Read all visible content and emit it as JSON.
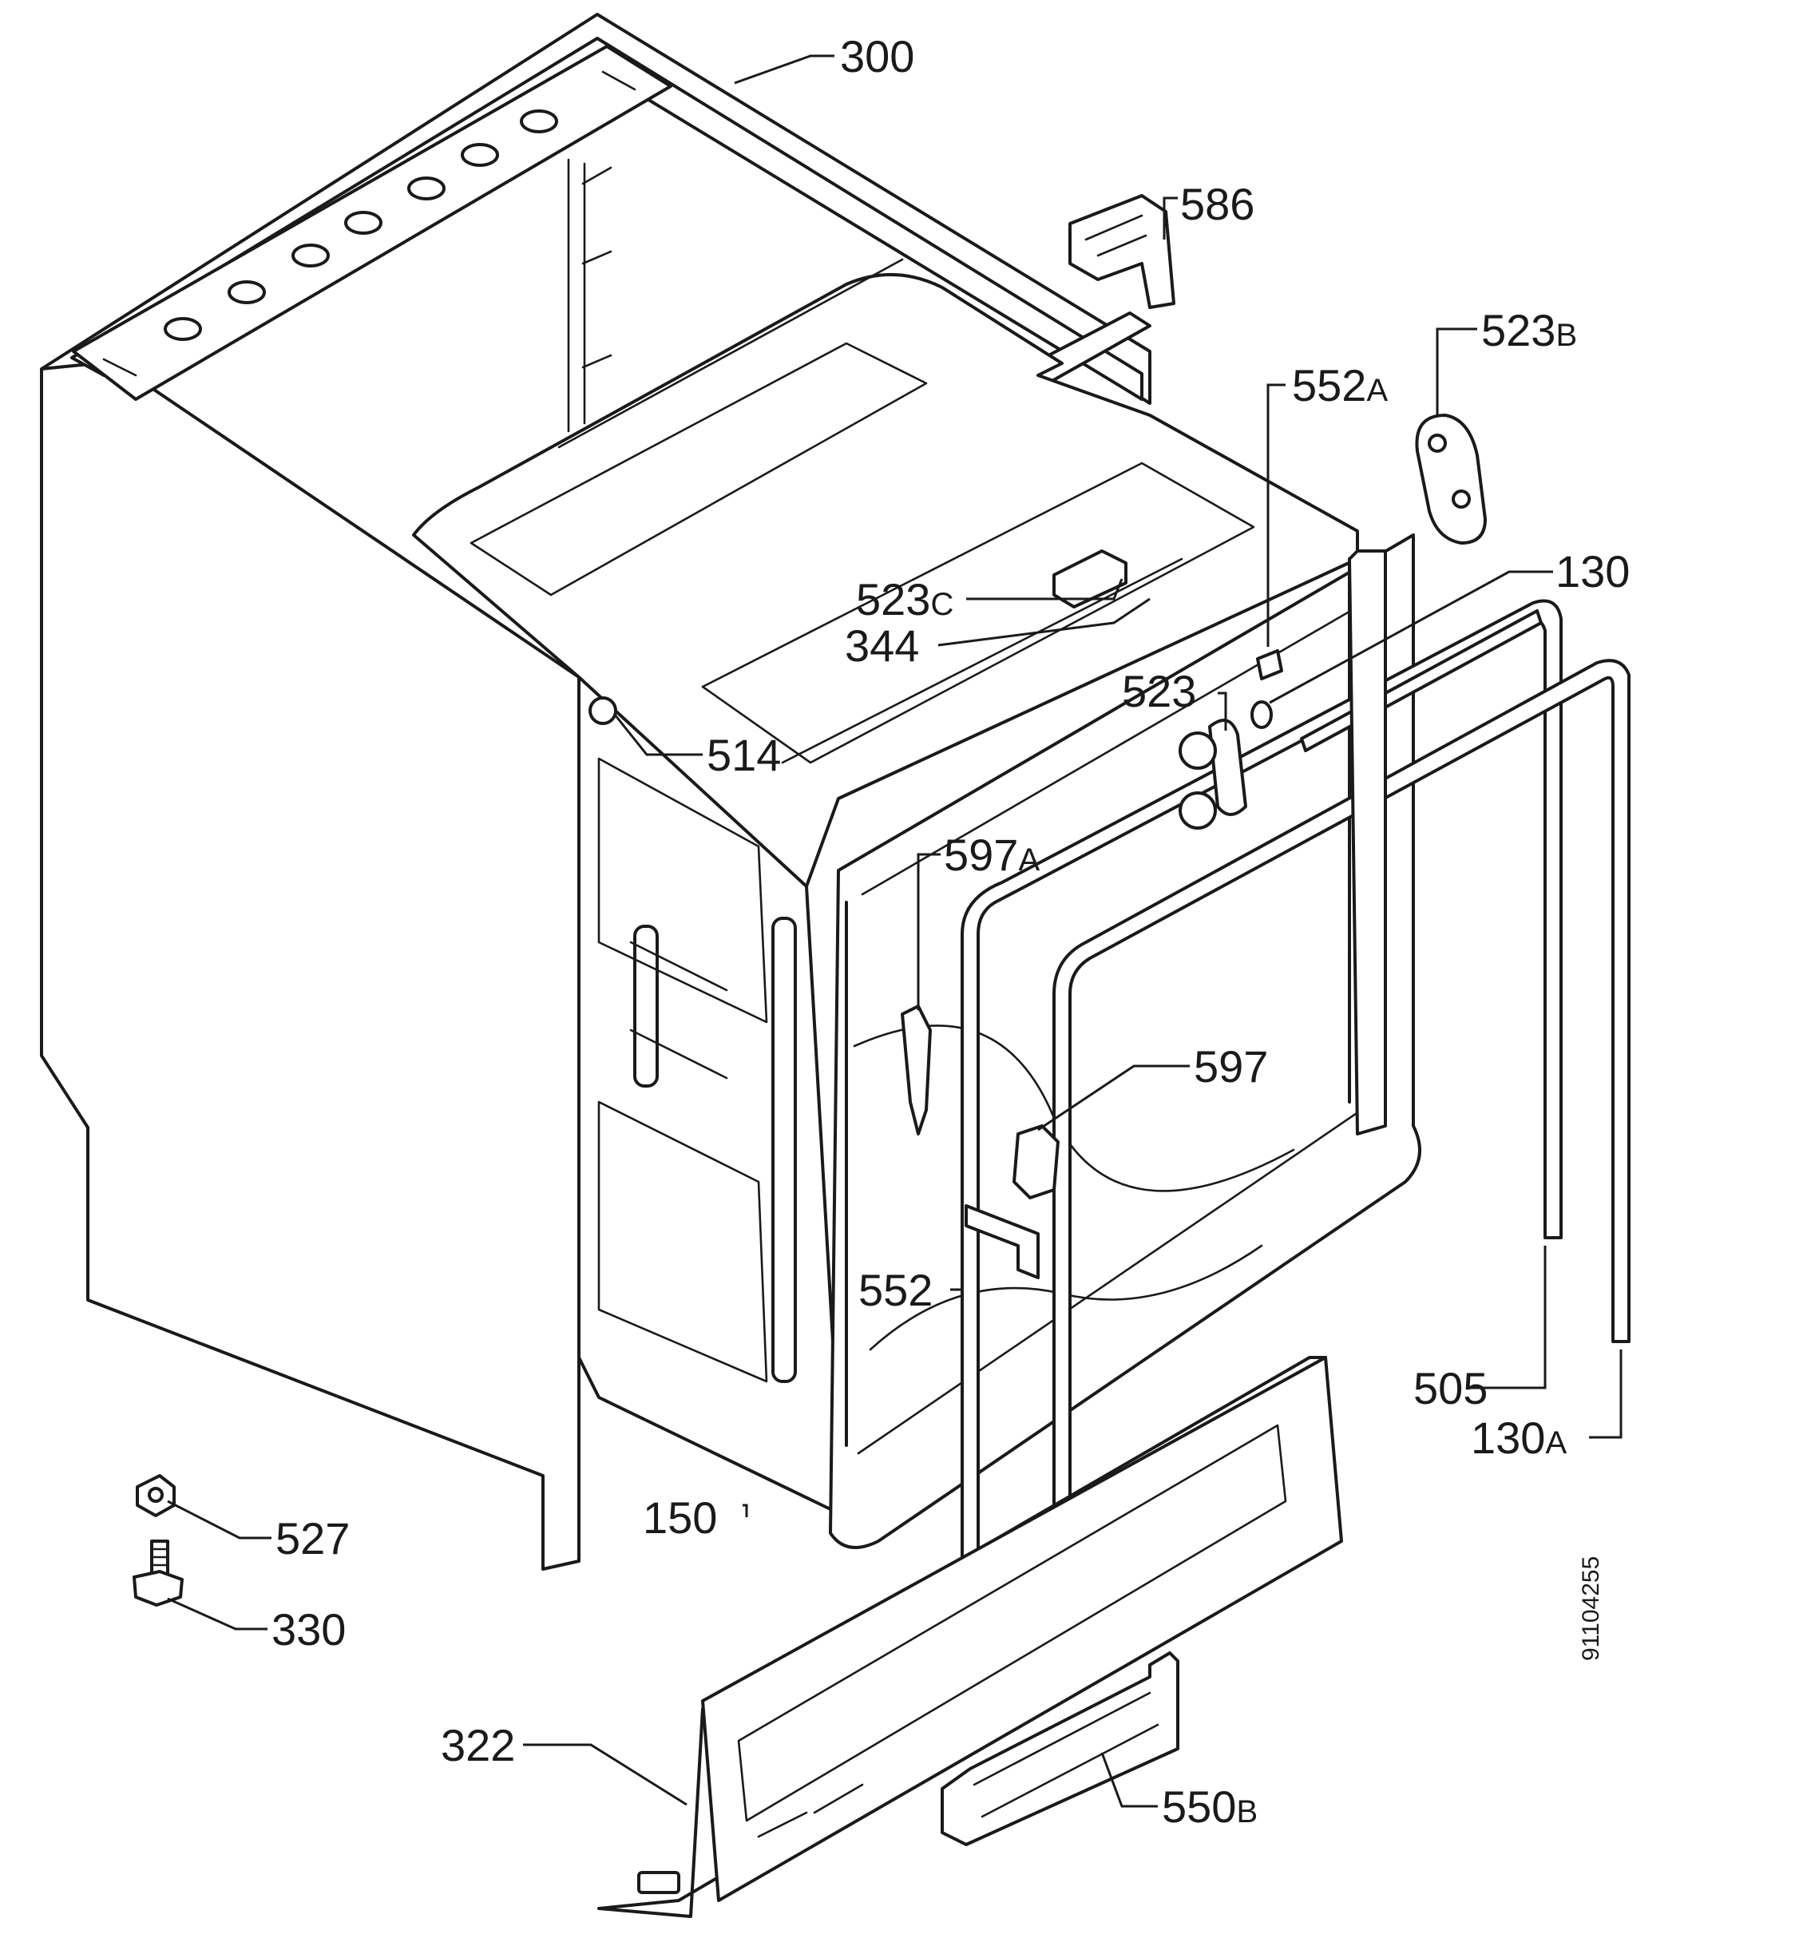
{
  "diagram": {
    "doc_number": "91104255",
    "parts": [
      {
        "id": "p300",
        "num": "300",
        "suffix": ""
      },
      {
        "id": "p586",
        "num": "586",
        "suffix": ""
      },
      {
        "id": "p523b",
        "num": "523",
        "suffix": "B"
      },
      {
        "id": "p552a",
        "num": "552",
        "suffix": "A"
      },
      {
        "id": "p130",
        "num": "130",
        "suffix": ""
      },
      {
        "id": "p523c",
        "num": "523",
        "suffix": "C"
      },
      {
        "id": "p344",
        "num": "344",
        "suffix": ""
      },
      {
        "id": "p523",
        "num": "523",
        "suffix": ""
      },
      {
        "id": "p514",
        "num": "514",
        "suffix": ""
      },
      {
        "id": "p597a",
        "num": "597",
        "suffix": "A"
      },
      {
        "id": "p597",
        "num": "597",
        "suffix": ""
      },
      {
        "id": "p552",
        "num": "552",
        "suffix": ""
      },
      {
        "id": "p505",
        "num": "505",
        "suffix": ""
      },
      {
        "id": "p130a",
        "num": "130",
        "suffix": "A"
      },
      {
        "id": "p150",
        "num": "150",
        "suffix": ""
      },
      {
        "id": "p527",
        "num": "527",
        "suffix": ""
      },
      {
        "id": "p330",
        "num": "330",
        "suffix": ""
      },
      {
        "id": "p322",
        "num": "322",
        "suffix": ""
      },
      {
        "id": "p550b",
        "num": "550",
        "suffix": "B"
      }
    ]
  }
}
